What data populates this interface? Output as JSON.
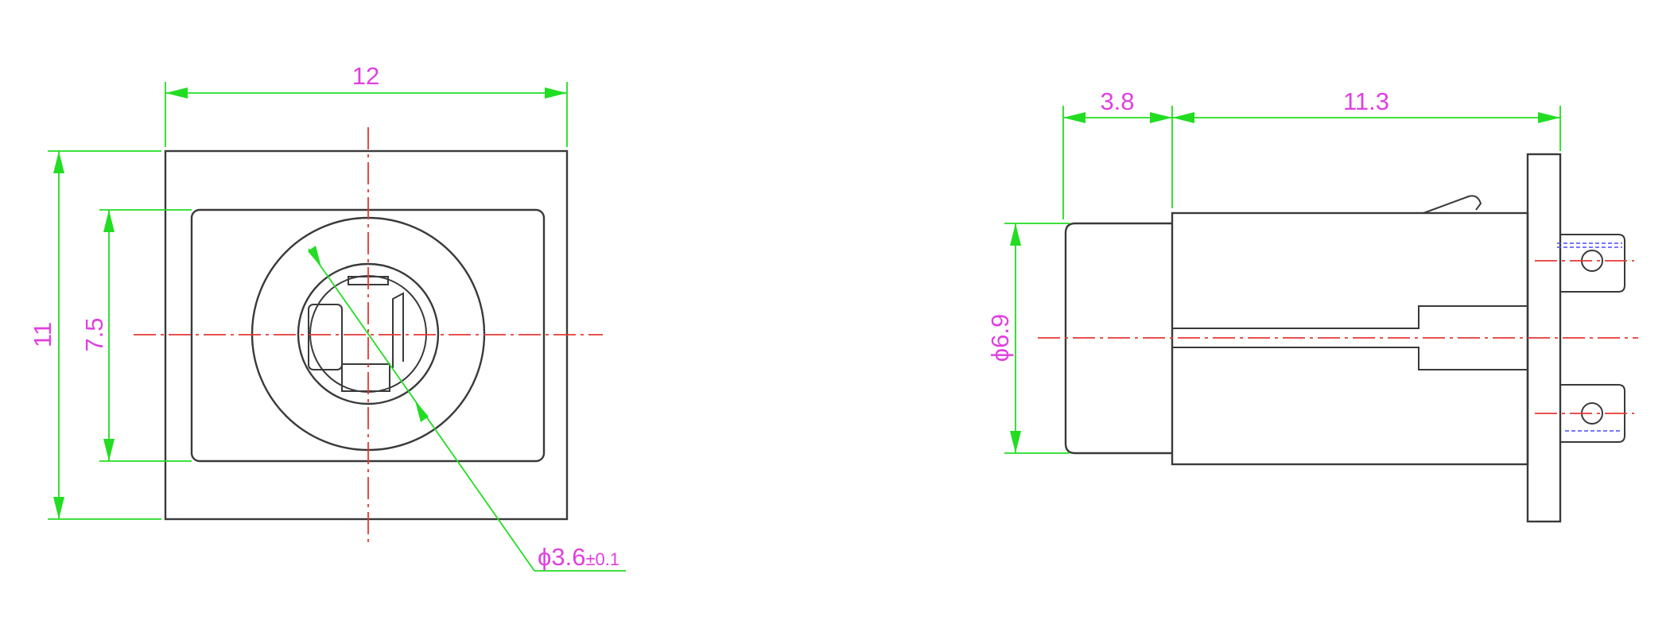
{
  "front_view": {
    "width_dim": "12",
    "height_dim": "11",
    "inner_height_dim": "7.5",
    "hole_dim_symbol": "ϕ3.6",
    "hole_dim_tol": "±0.1"
  },
  "side_view": {
    "front_len_dim": "3.8",
    "body_len_dim": "11.3",
    "diameter_dim": "ϕ6.9"
  },
  "colors": {
    "outline": "#3a3a3a",
    "center_line": "#e53935",
    "dimension_line": "#22dd22",
    "dimension_text": "#e040e0"
  }
}
